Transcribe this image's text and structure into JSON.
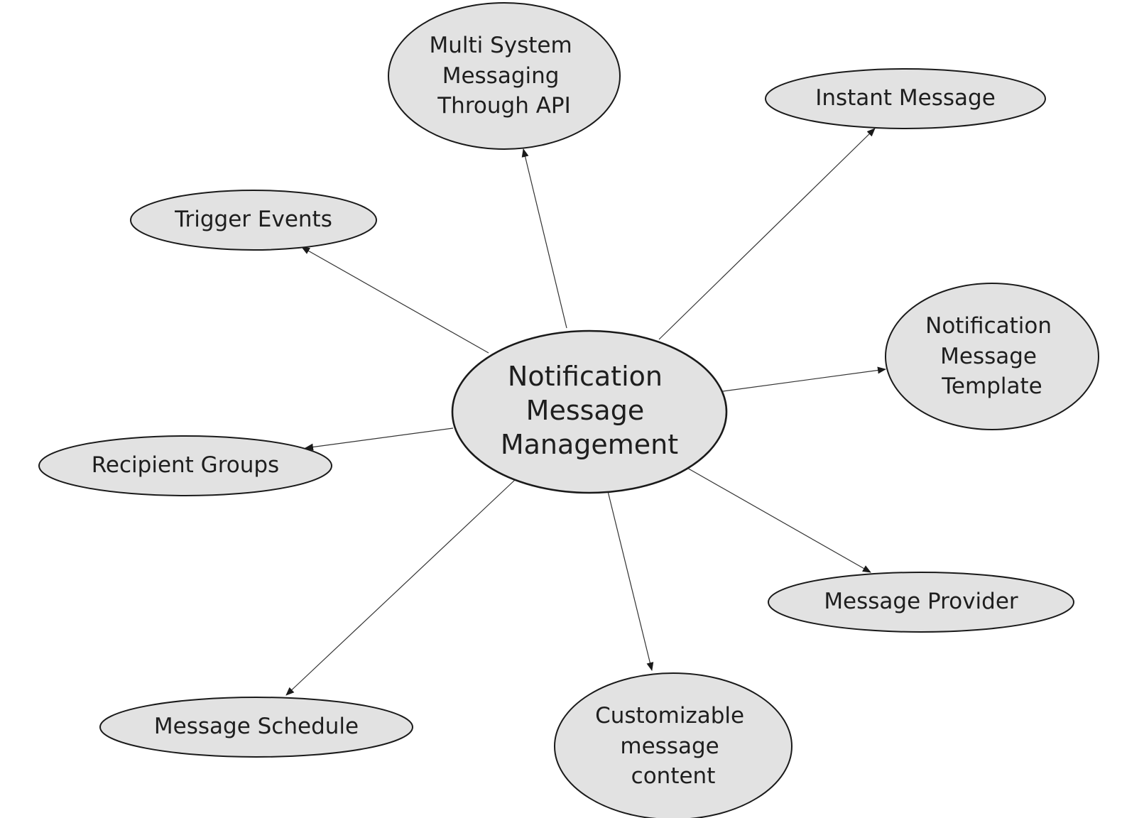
{
  "diagram": {
    "center": {
      "lines": [
        "Notification",
        "Message",
        "Management"
      ]
    },
    "nodes": [
      {
        "id": "multi-system-messaging",
        "lines": [
          "Multi System",
          "Messaging",
          "Through API"
        ]
      },
      {
        "id": "instant-message",
        "lines": [
          "Instant Message"
        ]
      },
      {
        "id": "trigger-events",
        "lines": [
          "Trigger Events"
        ]
      },
      {
        "id": "notification-message-template",
        "lines": [
          "Notification",
          "Message",
          "Template"
        ]
      },
      {
        "id": "recipient-groups",
        "lines": [
          "Recipient Groups"
        ]
      },
      {
        "id": "message-provider",
        "lines": [
          "Message Provider"
        ]
      },
      {
        "id": "message-schedule",
        "lines": [
          "Message Schedule"
        ]
      },
      {
        "id": "customizable-message-content",
        "lines": [
          "Customizable",
          "message",
          "content"
        ]
      }
    ],
    "colors": {
      "node_fill": "#e2e2e2",
      "node_stroke": "#1a1a1a",
      "connector": "#333333",
      "text": "#1e1e1e"
    }
  }
}
